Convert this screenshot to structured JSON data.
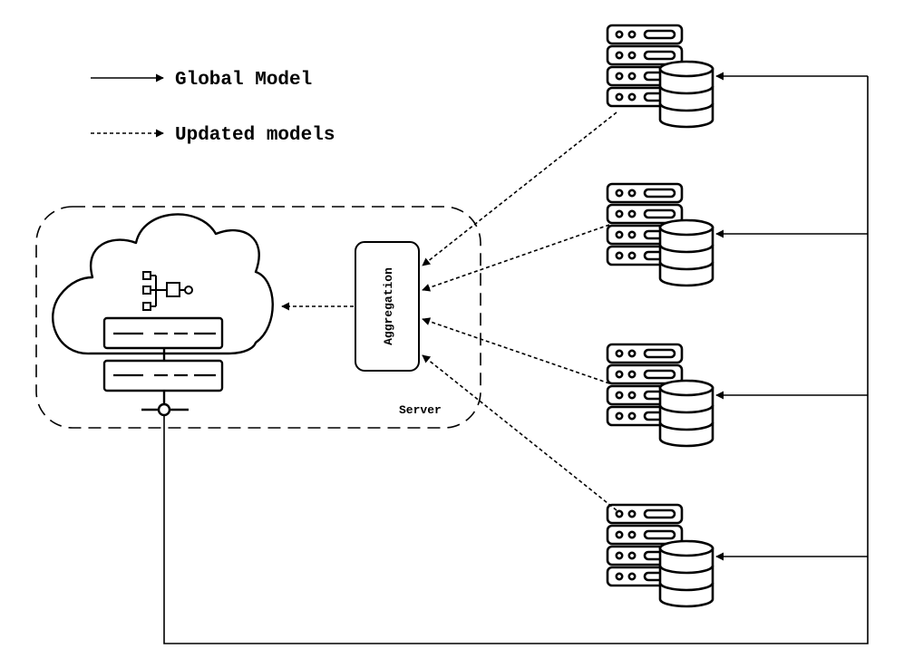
{
  "legend": {
    "global_model": "Global Model",
    "updated_models": "Updated models"
  },
  "server": {
    "label": "Server",
    "aggregation_label": "Aggregation"
  },
  "clients": [
    {
      "icon": "server-database-icon"
    },
    {
      "icon": "server-database-icon"
    },
    {
      "icon": "server-database-icon"
    },
    {
      "icon": "server-database-icon"
    }
  ],
  "colors": {
    "stroke": "#000000",
    "background": "#ffffff"
  }
}
